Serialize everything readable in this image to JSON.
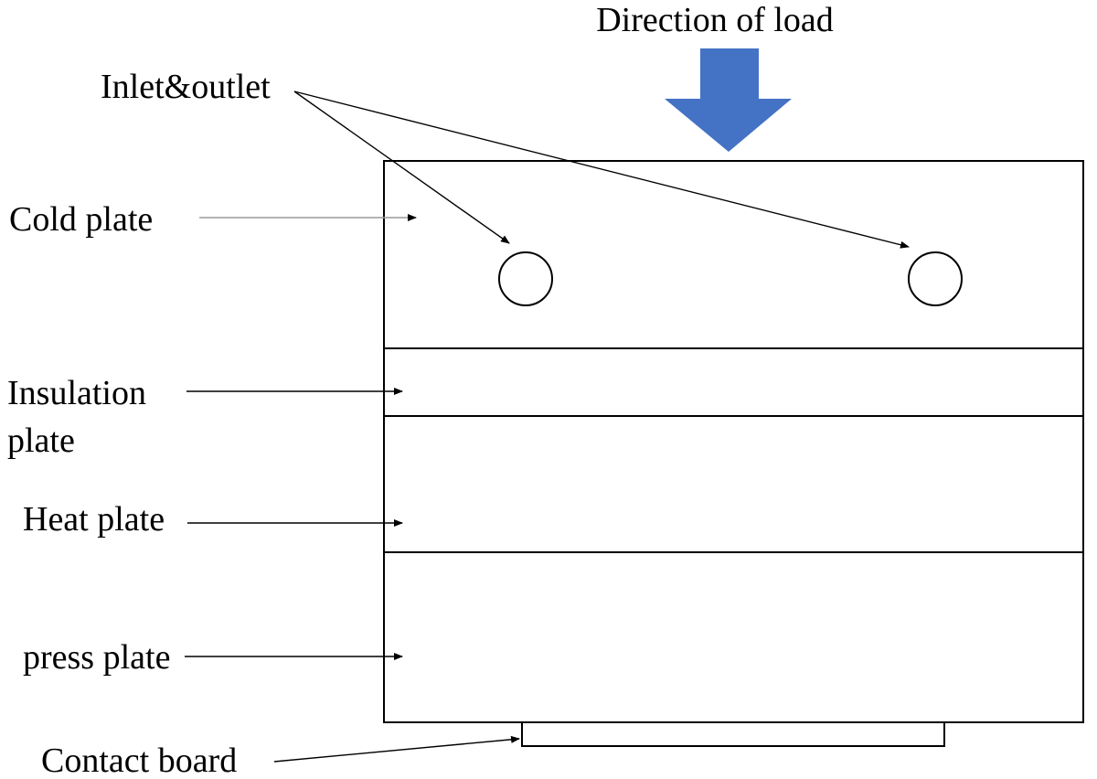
{
  "labels": {
    "direction_of_load": "Direction of load",
    "inlet_outlet": "Inlet&outlet",
    "cold_plate": "Cold plate",
    "insulation_plate_line1": "Insulation",
    "insulation_plate_line2": "plate",
    "heat_plate": "Heat plate",
    "press_plate": "press plate",
    "contact_board": "Contact board"
  },
  "colors": {
    "load_arrow": "#4472C4",
    "outline": "#000000",
    "light_leader": "#9a9a9a"
  }
}
